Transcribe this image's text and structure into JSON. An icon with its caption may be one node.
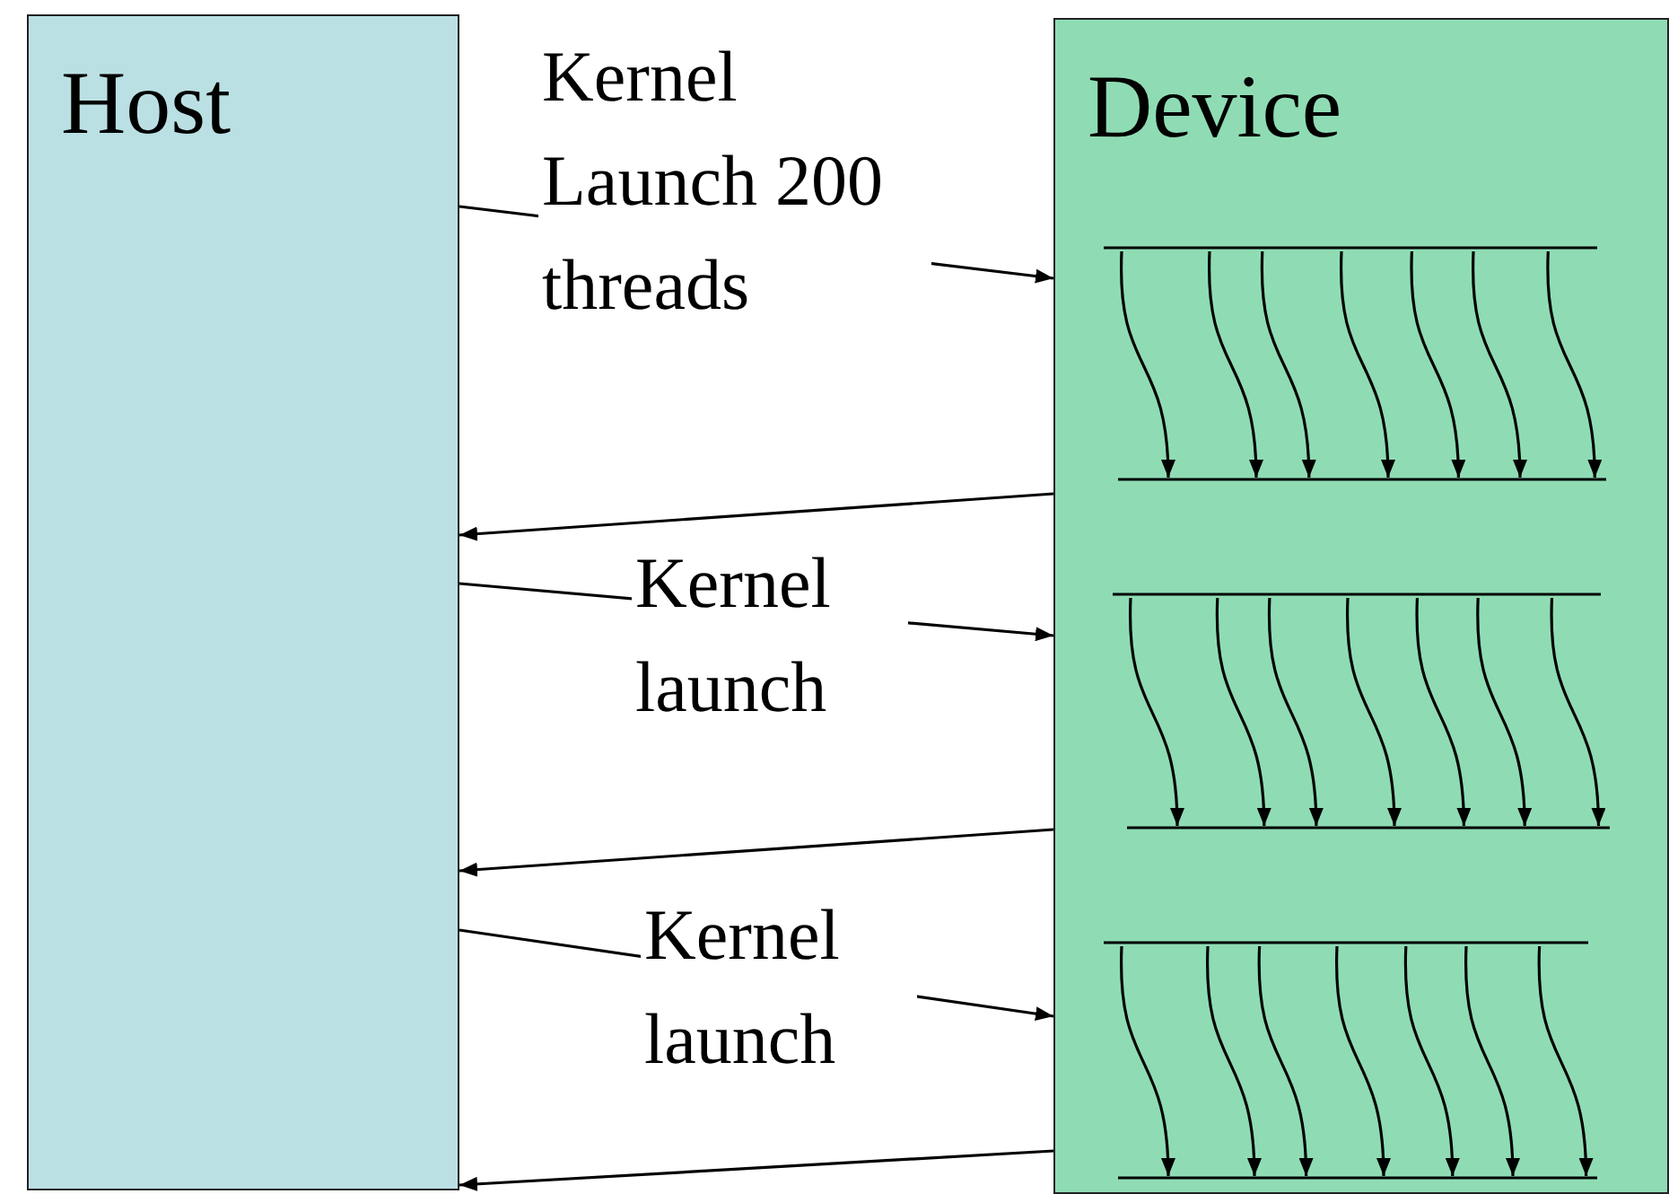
{
  "diagram": {
    "nodes": [
      {
        "text": [
          "Host"
        ]
      },
      {
        "text": [
          "Device"
        ]
      }
    ],
    "edges": [
      {
        "from": 0,
        "to": 1,
        "arrow": "to",
        "label": "Kernel Launch 200 threads"
      },
      {
        "from": 1,
        "to": 0,
        "arrow": "to"
      },
      {
        "from": 0,
        "to": 1,
        "arrow": "to",
        "label": "Kernel launch"
      },
      {
        "from": 1,
        "to": 0,
        "arrow": "to"
      },
      {
        "from": 0,
        "to": 1,
        "arrow": "to",
        "label": "Kernel launch"
      },
      {
        "from": 1,
        "to": 0,
        "arrow": "to"
      }
    ]
  }
}
